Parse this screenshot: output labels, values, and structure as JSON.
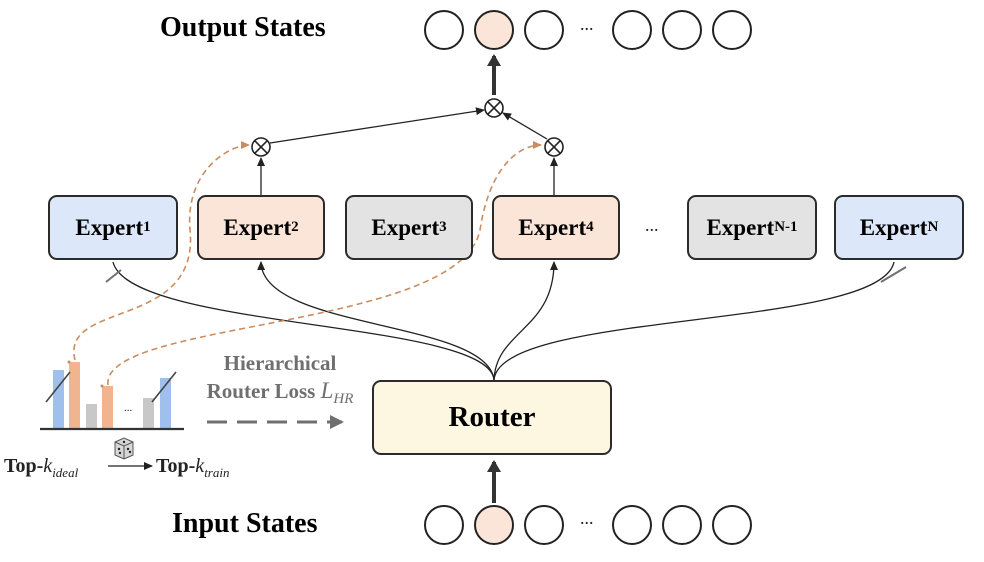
{
  "titles": {
    "output": "Output States",
    "input": "Input States"
  },
  "experts": [
    {
      "base": "Expert",
      "sub": "1",
      "color": "#dce7fa"
    },
    {
      "base": "Expert",
      "sub": "2",
      "color": "#fbe5d9"
    },
    {
      "base": "Expert",
      "sub": "3",
      "color": "#e3e3e3"
    },
    {
      "base": "Expert",
      "sub": "4",
      "color": "#fbe5d9"
    },
    {
      "base": "Expert",
      "sub": "N-1",
      "color": "#e3e3e3"
    },
    {
      "base": "Expert",
      "sub": "N",
      "color": "#dce7fa"
    }
  ],
  "router": {
    "label": "Router",
    "color": "#fdf6e0"
  },
  "loss": {
    "line1": "Hierarchical",
    "line2": "Router Loss",
    "symbol": "L",
    "symbol_sub": "HR"
  },
  "topk": {
    "ideal_prefix": "Top-",
    "ideal_var": "k",
    "ideal_sub": "ideal",
    "train_prefix": "Top-",
    "train_var": "k",
    "train_sub": "train"
  },
  "ellipsis": "...",
  "colors": {
    "highlight_state": "#fbe5d9",
    "blue_bar": "#9fc0ec",
    "orange_bar": "#f0b48e",
    "gray_bar": "#c8c8c8",
    "orange_dashed": "#c98d62",
    "gray_dashed": "#6f6f6f"
  },
  "icons": [
    "dice-icon",
    "multiply-circle-icon"
  ]
}
